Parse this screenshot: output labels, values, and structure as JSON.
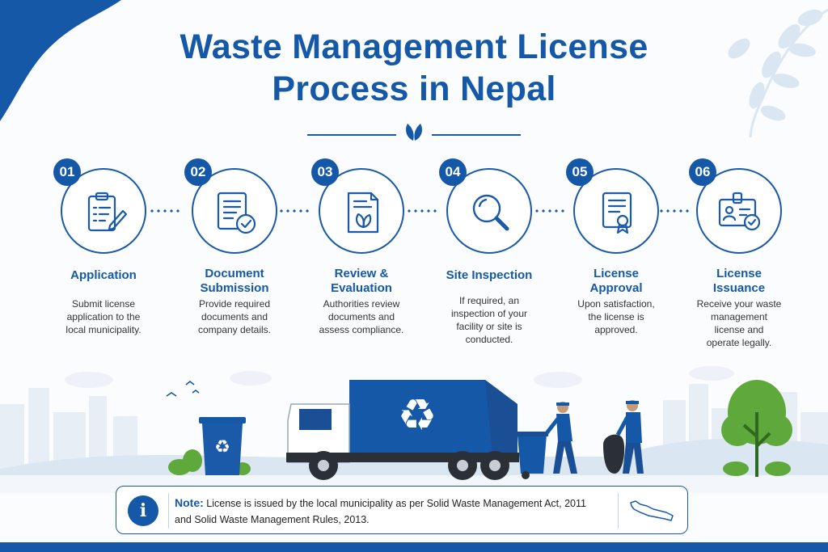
{
  "title": {
    "line1": "Waste Management License",
    "line2": "Process in Nepal"
  },
  "steps": [
    {
      "number": "01",
      "title_line1": "Application",
      "title_line2": "",
      "icon": "clipboard-pencil-icon",
      "desc": [
        "Submit license",
        "application to the",
        "local municipality."
      ]
    },
    {
      "number": "02",
      "title_line1": "Document",
      "title_line2": "Submission",
      "icon": "document-check-icon",
      "desc": [
        "Provide required",
        "documents and",
        "company details."
      ]
    },
    {
      "number": "03",
      "title_line1": "Review &",
      "title_line2": "Evaluation",
      "icon": "document-leaf-icon",
      "desc": [
        "Authorities review",
        "documents and",
        "assess compliance."
      ]
    },
    {
      "number": "04",
      "title_line1": "Site Inspection",
      "title_line2": "",
      "icon": "magnifier-icon",
      "desc": [
        "If required, an",
        "inspection of your",
        "facility or site is",
        "conducted."
      ]
    },
    {
      "number": "05",
      "title_line1": "License",
      "title_line2": "Approval",
      "icon": "certificate-icon",
      "desc": [
        "Upon satisfaction,",
        "the license is",
        "approved."
      ]
    },
    {
      "number": "06",
      "title_line1": "License",
      "title_line2": "Issuance",
      "icon": "id-card-check-icon",
      "desc": [
        "Receive your waste",
        "management",
        "license and",
        "operate legally."
      ]
    }
  ],
  "note": {
    "label": "Note:",
    "line1": "License is issued by the local municipality as per Solid Waste Management Act, 2011",
    "line2": "and Solid Waste Management Rules, 2013.",
    "icon": "info-icon",
    "map_icon": "nepal-map-icon"
  },
  "colors": {
    "primary": "#1558a8",
    "light_blue": "#dbe6f3",
    "green": "#5fa83b"
  }
}
